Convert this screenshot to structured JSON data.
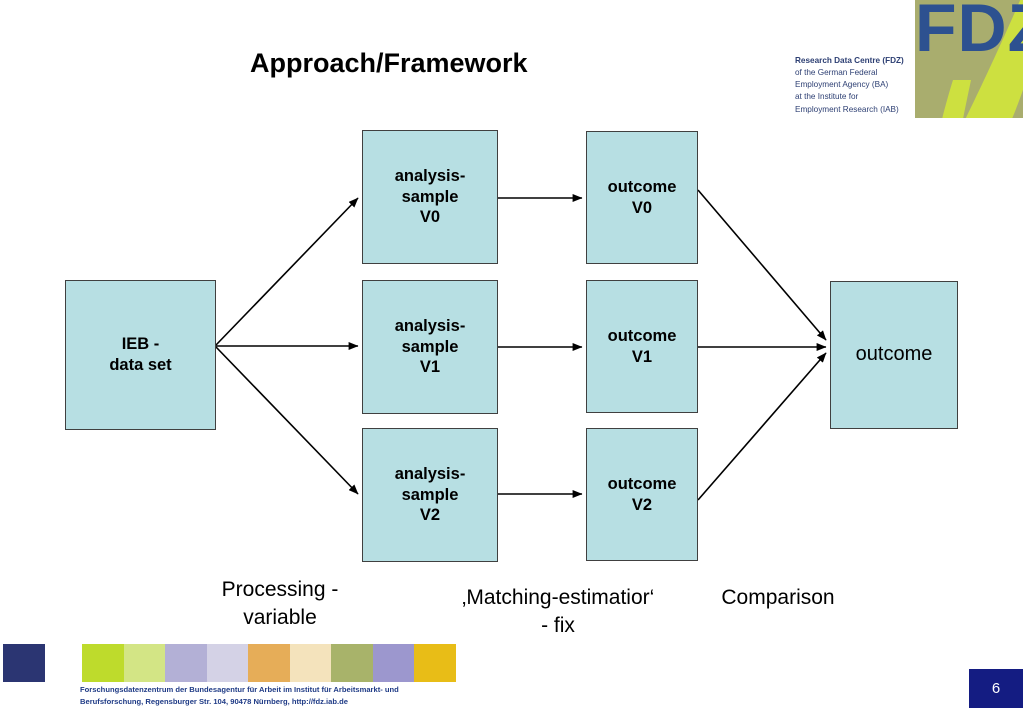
{
  "slide": {
    "title": "Approach/Framework",
    "page_number": "6"
  },
  "logo": {
    "mark_text": "FDZ",
    "mark_bg_color": "#a9ad6e",
    "mark_letter_color": "#2d5190",
    "swoosh_color": "#cde040",
    "caption_line1": "Research Data Centre (FDZ)",
    "caption_line2": "of the German Federal",
    "caption_line3": "Employment Agency (BA)",
    "caption_line4": "at the Institute for",
    "caption_line5": "Employment Research (IAB)"
  },
  "diagram": {
    "box_fill_color": "#b7dfe3",
    "box_border_color": "#404040",
    "nodes": [
      {
        "id": "ieb",
        "label": "IEB -\ndata set"
      },
      {
        "id": "as_v0",
        "label": "analysis-\nsample\nV0"
      },
      {
        "id": "as_v1",
        "label": "analysis-\nsample\nV1"
      },
      {
        "id": "as_v2",
        "label": "analysis-\nsample\nV2"
      },
      {
        "id": "out_v0",
        "label": "outcome\nV0"
      },
      {
        "id": "out_v1",
        "label": "outcome\nV1"
      },
      {
        "id": "out_v2",
        "label": "outcome\nV2"
      },
      {
        "id": "outcome",
        "label": "outcome"
      }
    ],
    "captions": {
      "processing": "Processing -\nvariable",
      "matching": "‚Matching-estimatior‘\n- fix",
      "comparison": "Comparison"
    }
  },
  "footer": {
    "blue_block_color": "#2b3572",
    "swatch_colors": [
      "#bedb2c",
      "#d3e585",
      "#b3b0d6",
      "#d4d2e6",
      "#e6ad58",
      "#f4e3bc",
      "#a8b36a",
      "#9c97ce",
      "#e8bd17"
    ],
    "text_line1": "Forschungsdatenzentrum der Bundesagentur für Arbeit im Institut für Arbeitsmarkt- und",
    "text_line2": "Berufsforschung, Regensburger Str. 104, 90478 Nürnberg, http://fdz.iab.de",
    "text_color": "#1f3b86"
  }
}
